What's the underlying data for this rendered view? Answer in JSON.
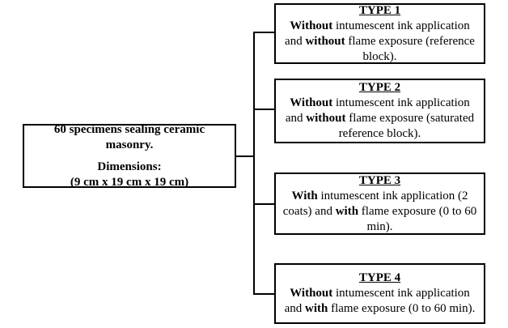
{
  "diagram": {
    "root_box": {
      "line1": "60 specimens sealing ceramic masonry.",
      "line2": "Dimensions:",
      "line3": "(9 cm x 19 cm x 19 cm)"
    },
    "type_boxes": [
      {
        "title": "TYPE 1",
        "body": [
          {
            "text": "Without",
            "bold": true
          },
          {
            "text": " intumescent ink application and ",
            "bold": false
          },
          {
            "text": "without",
            "bold": true
          },
          {
            "text": " flame exposure (reference block).",
            "bold": false
          }
        ]
      },
      {
        "title": "TYPE 2",
        "body": [
          {
            "text": "Without",
            "bold": true
          },
          {
            "text": " intumescent ink application and ",
            "bold": false
          },
          {
            "text": "without",
            "bold": true
          },
          {
            "text": " flame exposure (saturated reference block).",
            "bold": false
          }
        ]
      },
      {
        "title": "TYPE 3",
        "body": [
          {
            "text": "With",
            "bold": true
          },
          {
            "text": " intumescent ink application (2 coats) and ",
            "bold": false
          },
          {
            "text": "with",
            "bold": true
          },
          {
            "text": " flame exposure (0 to 60 min).",
            "bold": false
          }
        ]
      },
      {
        "title": "TYPE 4",
        "body": [
          {
            "text": "Without",
            "bold": true
          },
          {
            "text": " intumescent ink application and ",
            "bold": false
          },
          {
            "text": "with",
            "bold": true
          },
          {
            "text": " flame exposure (0 to 60 min).",
            "bold": false
          }
        ]
      }
    ],
    "colors": {
      "line": "#000000",
      "background": "#ffffff",
      "text": "#000000"
    }
  }
}
